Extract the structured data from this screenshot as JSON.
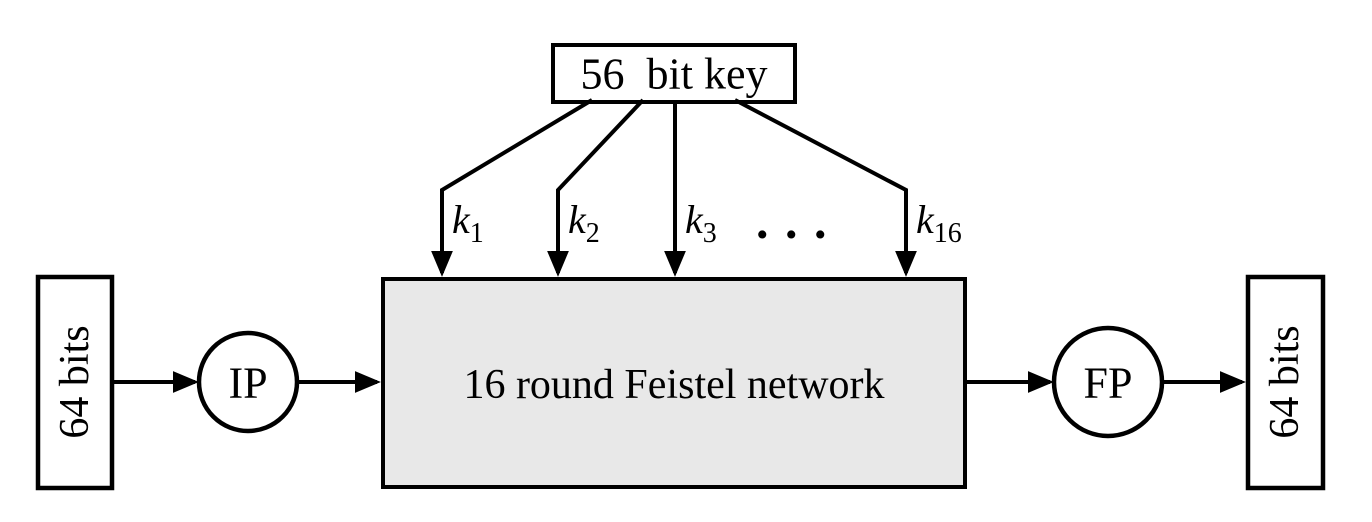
{
  "key": {
    "label": "56  bit key",
    "ellipsis": ". . .",
    "arrows": [
      {
        "base": "k",
        "sub": "1"
      },
      {
        "base": "k",
        "sub": "2"
      },
      {
        "base": "k",
        "sub": "3"
      },
      {
        "base": "k",
        "sub": "16"
      }
    ]
  },
  "input": {
    "label": "64 bits"
  },
  "ip": {
    "label": "IP"
  },
  "feistel": {
    "label": "16 round Feistel network"
  },
  "fp": {
    "label": "FP"
  },
  "output": {
    "label": "64 bits"
  },
  "colors": {
    "stroke": "#000000",
    "feistel_fill": "#e8e8e8",
    "background": "#ffffff"
  }
}
